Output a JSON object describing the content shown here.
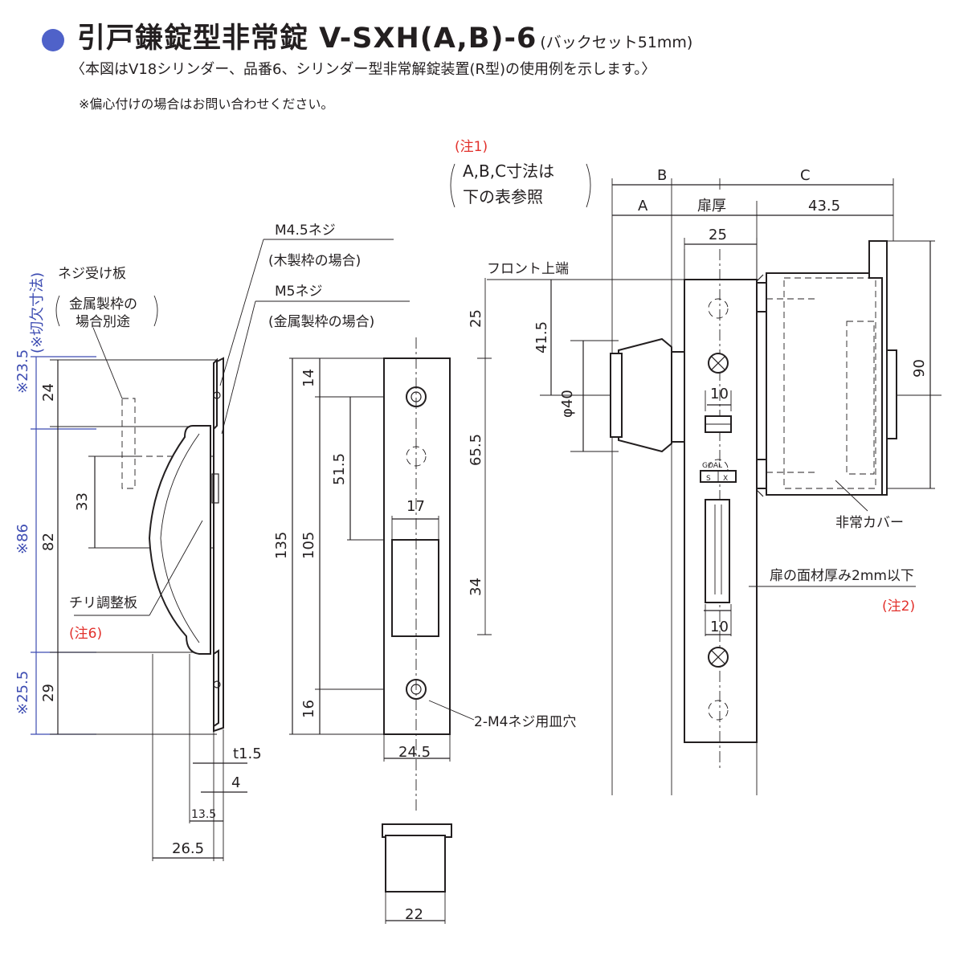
{
  "header": {
    "title_main": "引戸鎌錠型非常錠 V-SXH(A,B)-6",
    "title_sub": "(バックセット51mm)",
    "note": "〈本図はV18シリンダー、品番6、シリンダー型非常解錠装置(R型)の使用例を示します。〉",
    "remark": "※偏心付けの場合はお問い合わせください。",
    "bullet_color": "#4f62c9"
  },
  "left_view": {
    "cut_dims": [
      "※23.5",
      "※86",
      "※25.5"
    ],
    "cut_label": "(※切欠寸法)",
    "dims": {
      "top": "24",
      "mid": "82",
      "bottom": "29",
      "h33": "33",
      "t": "t1.5",
      "w4": "4",
      "w13": "13.5",
      "w26": "26.5"
    },
    "labels": {
      "plate": "ネジ受け板",
      "plate_note_1": "金属製枠の",
      "plate_note_2": "場合別途",
      "adjust": "チリ調整板",
      "note6": "(注6)"
    }
  },
  "screws": {
    "m45": "M4.5ネジ",
    "m45_note": "(木製枠の場合)",
    "m5": "M5ネジ",
    "m5_note": "(金属製枠の場合)"
  },
  "strike": {
    "dims": {
      "h14": "14",
      "h16": "16",
      "h135": "135",
      "h105": "105",
      "h51": "51.5",
      "w17": "17",
      "w24": "24.5",
      "w22": "22"
    },
    "screw_label": "2-M4ネジ用皿穴"
  },
  "lock": {
    "note1": "(注1)",
    "note1_line1": "A,B,C寸法は",
    "note1_line2": "下の表参照",
    "dims": {
      "B": "B",
      "C": "C",
      "A": "A",
      "door": "扉厚",
      "w43": "43.5",
      "w25": "25",
      "h25": "25",
      "h41": "41.5",
      "dia40": "φ40",
      "h65": "65.5",
      "h34": "34",
      "w10a": "10",
      "w10b": "10",
      "h90": "90"
    },
    "labels": {
      "front": "フロント上端",
      "cover": "非常カバー",
      "door_note": "扉の面材厚み2mm以下",
      "note2": "(注2)",
      "logo_top": "GOAL",
      "logo_s": "S",
      "logo_x": "X"
    }
  }
}
